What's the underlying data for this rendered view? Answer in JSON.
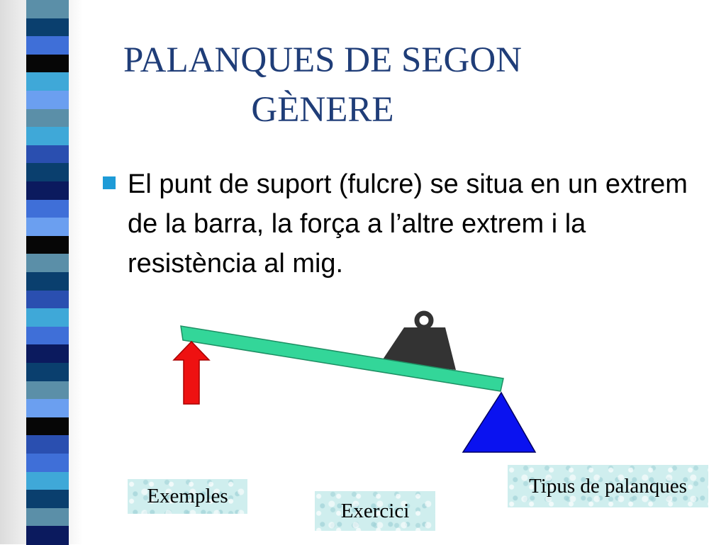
{
  "slide": {
    "title": "PALANQUES DE SEGON GÈNERE",
    "bullet_text": "El punt de suport (fulcre) se situa en un extrem de la barra, la força a l’altre extrem i la resistència al mig."
  },
  "diagram": {
    "colors": {
      "beam": "#33d699",
      "effort_arrow": "#ee1111",
      "load_weight": "#333333",
      "fulcrum": "#0a12f0"
    }
  },
  "buttons": {
    "examples": "Exemples",
    "exercise": "Exercici",
    "lever_types": "Tipus de palanques"
  },
  "theme": {
    "title_color": "#1f3d78",
    "bullet_color": "#1e9bd7",
    "button_bg": "#cfeeee"
  }
}
